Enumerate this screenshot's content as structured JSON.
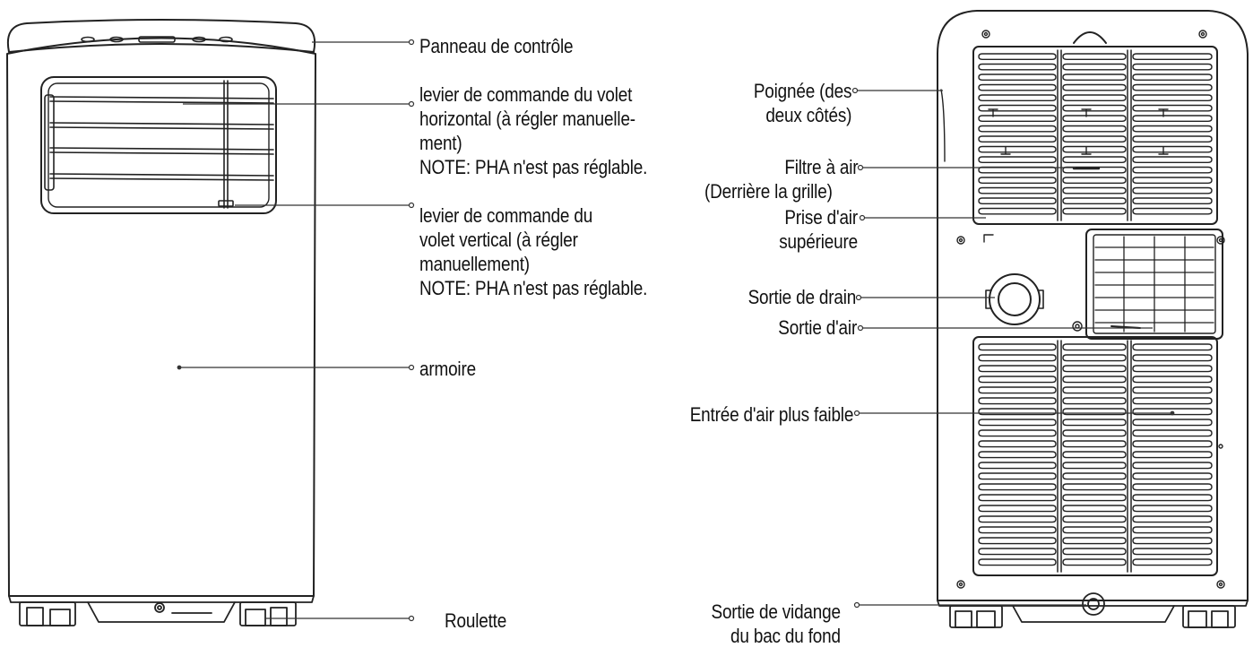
{
  "colors": {
    "ink": "#111111",
    "outline": "#222222",
    "background": "#ffffff"
  },
  "front_unit": {
    "labels": {
      "control_panel": "Panneau de contrôle",
      "horizontal_louver": "levier de commande du volet\nhorizontal (à régler manuelle-\nment)\nNOTE: PHA n'est pas réglable.",
      "vertical_louver": "levier de commande du\nvolet vertical (à régler\nmanuellement)\nNOTE: PHA n'est pas réglable.",
      "cabinet": "armoire",
      "caster": "Roulette"
    }
  },
  "rear_unit": {
    "labels": {
      "handle": "Poignée (des\ndeux côtés)",
      "air_filter": "Filtre à air",
      "air_filter_note": "(Derrière la grille)",
      "upper_air_intake": "Prise d'air\nsupérieure",
      "drain_outlet": "Sortie de drain",
      "air_outlet": "Sortie d'air",
      "lower_air_intake": "Entrée d'air plus faible",
      "bottom_tray_drain": "Sortie de vidange\ndu bac du fond"
    }
  }
}
